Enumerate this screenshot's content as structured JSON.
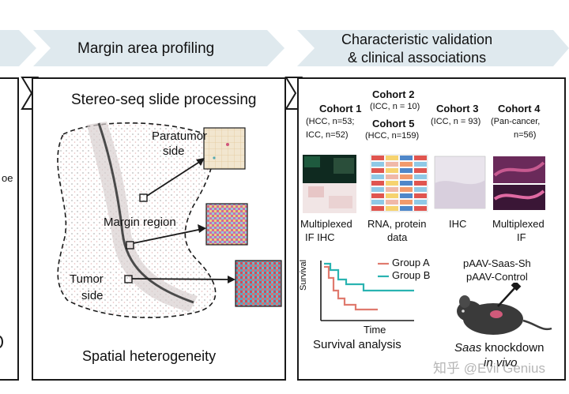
{
  "header": {
    "step2_title": "Margin area profiling",
    "step3_title_line1": "Characteristic validation",
    "step3_title_line2": "& clinical associations"
  },
  "left_panel": {
    "edge_text_1": "oe"
  },
  "middle_panel": {
    "title": "Stereo-seq slide processing",
    "label_paratumor_1": "Paratumor",
    "label_paratumor_2": "side",
    "label_margin": "Margin region",
    "label_tumor_1": "Tumor",
    "label_tumor_2": "side",
    "footer": "Spatial heterogeneity"
  },
  "right_panel": {
    "cohort1": {
      "title": "Cohort 1",
      "line1": "(HCC, n=53;",
      "line2": "ICC,    n=52)"
    },
    "cohort2": {
      "title": "Cohort 2",
      "line1": "(ICC, n = 10)"
    },
    "cohort5": {
      "title": "Cohort 5",
      "line1": "(HCC, n=159)"
    },
    "cohort3": {
      "title": "Cohort 3",
      "line1": "(ICC, n = 93)"
    },
    "cohort4": {
      "title": "Cohort 4",
      "line1": "(Pan-cancer,",
      "line2": "n=56)"
    },
    "method1": {
      "line1": "Multiplexed",
      "line2": "IF  IHC"
    },
    "method2": {
      "line1": "RNA, protein",
      "line2": "data"
    },
    "method3": {
      "line1": "IHC"
    },
    "method4": {
      "line1": "Multiplexed",
      "line2": "IF"
    },
    "survival": {
      "y_label": "Survival",
      "x_label": "Time",
      "legend_a": "Group A",
      "legend_b": "Group B",
      "caption": "Survival analysis",
      "color_a": "#e07a6e",
      "color_b": "#2ab3b1"
    },
    "vivo": {
      "line1": "pAAV-Saas-Sh",
      "line2": "pAAV-Control",
      "caption_em": "Saas",
      "caption_rest": " knockdown",
      "caption_line2": "in vivo"
    }
  },
  "watermark": "知乎 @Evil Genius"
}
